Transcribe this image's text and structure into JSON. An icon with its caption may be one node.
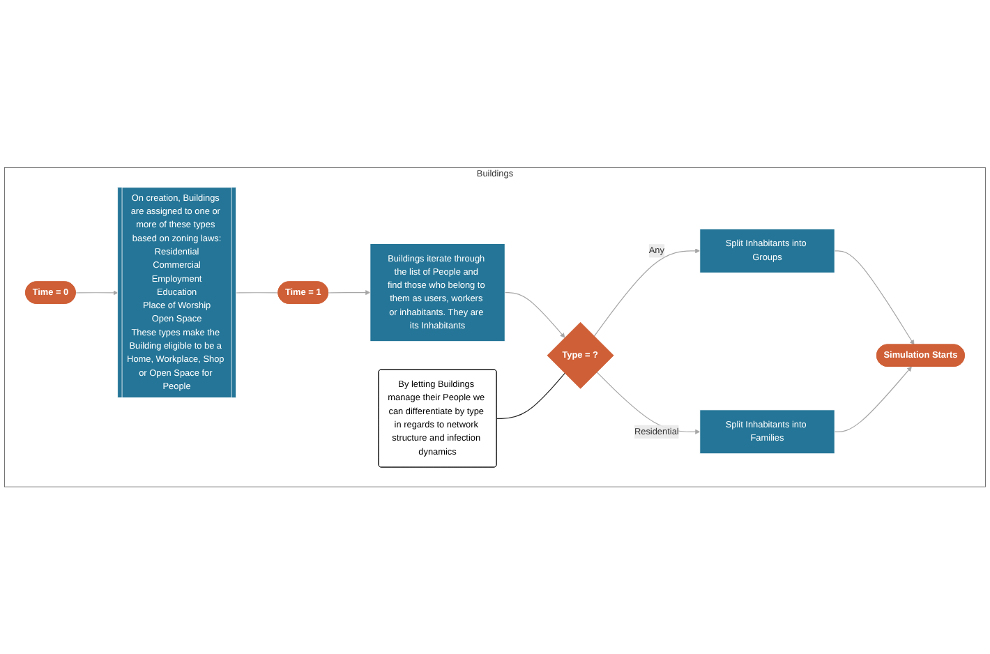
{
  "diagram": {
    "nodes": [
      {
        "text": [
          "Buildings"
        ]
      },
      {
        "text": [
          "Time = 0"
        ],
        "in": 0
      },
      {
        "text": [
          "On creation, Buildings are assigned to one or more of these types based on zoning laws:",
          "Residential",
          "Commercial",
          "Employment",
          "Education",
          "Place of Worship",
          "Open Space",
          "These types make the Building eligible to be a Home, Workplace, Shop or Open Space for People"
        ],
        "in": 0
      },
      {
        "text": [
          "Time = 1"
        ],
        "in": 0
      },
      {
        "text": [
          "Buildings iterate through the list of People and find those who belong to them as users, workers or inhabitants. They are its Inhabitants"
        ],
        "in": 0
      },
      {
        "text": [
          "By letting Buildings manage their People we can differentiate by type in regards to network structure and infection dynamics"
        ],
        "in": 0
      },
      {
        "text": [
          "Type = ?"
        ],
        "in": 0
      },
      {
        "text": [
          "Split Inhabitants into Groups"
        ],
        "in": 0
      },
      {
        "text": [
          "Split Inhabitants into Families"
        ],
        "in": 0
      },
      {
        "text": [
          "Simulation Starts"
        ],
        "in": 0
      }
    ],
    "edges": [
      {
        "from": 1,
        "to": 2,
        "arrow": "to"
      },
      {
        "from": 2,
        "to": 3,
        "arrow": "none"
      },
      {
        "from": 3,
        "to": 4,
        "arrow": "to"
      },
      {
        "from": 4,
        "to": 6,
        "arrow": "to"
      },
      {
        "from": 5,
        "to": 6,
        "arrow": "none",
        "color": "#222222"
      },
      {
        "from": 6,
        "to": 7,
        "arrow": "to",
        "label": "Any"
      },
      {
        "from": 6,
        "to": 8,
        "arrow": "to",
        "label": "Residential"
      },
      {
        "from": 7,
        "to": 9,
        "arrow": "to"
      },
      {
        "from": 8,
        "to": 9,
        "arrow": "to"
      }
    ]
  }
}
